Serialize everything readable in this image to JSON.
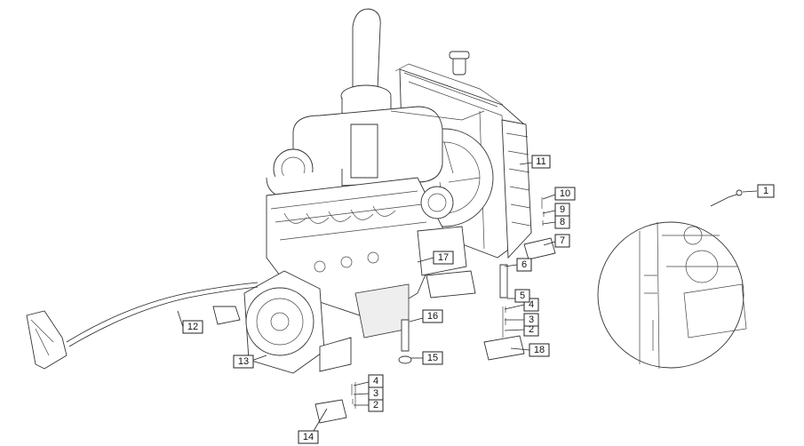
{
  "callouts": [
    {
      "id": "c1",
      "label": "1"
    },
    {
      "id": "c2a",
      "label": "2"
    },
    {
      "id": "c2b",
      "label": "2"
    },
    {
      "id": "c3a",
      "label": "3"
    },
    {
      "id": "c3b",
      "label": "3"
    },
    {
      "id": "c4a",
      "label": "4"
    },
    {
      "id": "c4b",
      "label": "4"
    },
    {
      "id": "c5",
      "label": "5"
    },
    {
      "id": "c6",
      "label": "6"
    },
    {
      "id": "c7",
      "label": "7"
    },
    {
      "id": "c8",
      "label": "8"
    },
    {
      "id": "c9",
      "label": "9"
    },
    {
      "id": "c10",
      "label": "10"
    },
    {
      "id": "c11",
      "label": "11"
    },
    {
      "id": "c12",
      "label": "12"
    },
    {
      "id": "c13",
      "label": "13"
    },
    {
      "id": "c14",
      "label": "14"
    },
    {
      "id": "c15",
      "label": "15"
    },
    {
      "id": "c16",
      "label": "16"
    },
    {
      "id": "c17",
      "label": "17"
    },
    {
      "id": "c18",
      "label": "18"
    }
  ]
}
